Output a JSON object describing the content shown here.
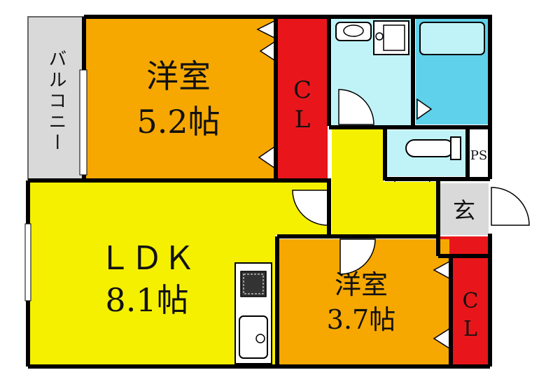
{
  "colors": {
    "wall": "#000000",
    "bedroom": "#F6A800",
    "closet": "#E8161B",
    "ldk": "#F5F000",
    "hall": "#F5F000",
    "bathroom": "#BFF3F8",
    "bathtub_area": "#5FD1EA",
    "balcony": "#D9D9D9",
    "entrance": "#D9D9D9",
    "door_fill": "#FFFFFF"
  },
  "rooms": {
    "balcony": {
      "label": "バルコニー"
    },
    "bedroom1": {
      "label_name": "洋室",
      "label_size": "5.2帖"
    },
    "closet1": {
      "label_c": "C",
      "label_l": "L"
    },
    "ldk": {
      "label_name": "ＬＤＫ",
      "label_size": "8.1帖"
    },
    "bedroom2": {
      "label_name": "洋室",
      "label_size": "3.7帖"
    },
    "closet2": {
      "label_c": "C",
      "label_l": "L"
    },
    "ps": {
      "label": "PS"
    },
    "entrance": {
      "label": "玄"
    }
  },
  "fixtures": [
    "sink-icon",
    "washing-machine-icon",
    "bathtub-icon",
    "toilet-icon",
    "stove-icon",
    "kitchen-sink-icon"
  ]
}
